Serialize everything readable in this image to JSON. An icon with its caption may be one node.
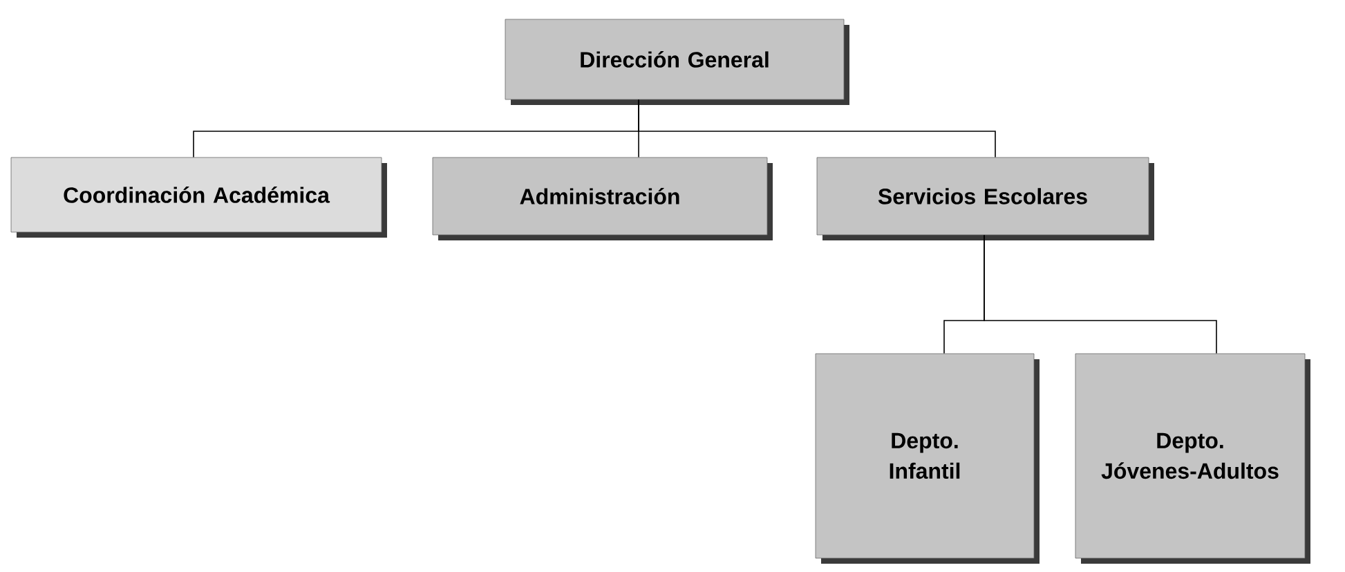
{
  "diagram": {
    "nodes": [
      {
        "text": [
          "Dirección General"
        ]
      },
      {
        "text": [
          "Coordinación Académica"
        ]
      },
      {
        "text": [
          "Administración"
        ]
      },
      {
        "text": [
          "Servicios Escolares"
        ]
      },
      {
        "text": [
          "Depto. Infantil"
        ]
      },
      {
        "text": [
          "Depto. Jóvenes-Adultos"
        ]
      }
    ],
    "edges": [
      {
        "from": 0,
        "to": 1,
        "arrow": "none"
      },
      {
        "from": 0,
        "to": 2,
        "arrow": "none"
      },
      {
        "from": 0,
        "to": 3,
        "arrow": "none"
      },
      {
        "from": 3,
        "to": 4,
        "arrow": "none"
      },
      {
        "from": 3,
        "to": 5,
        "arrow": "none"
      }
    ]
  }
}
